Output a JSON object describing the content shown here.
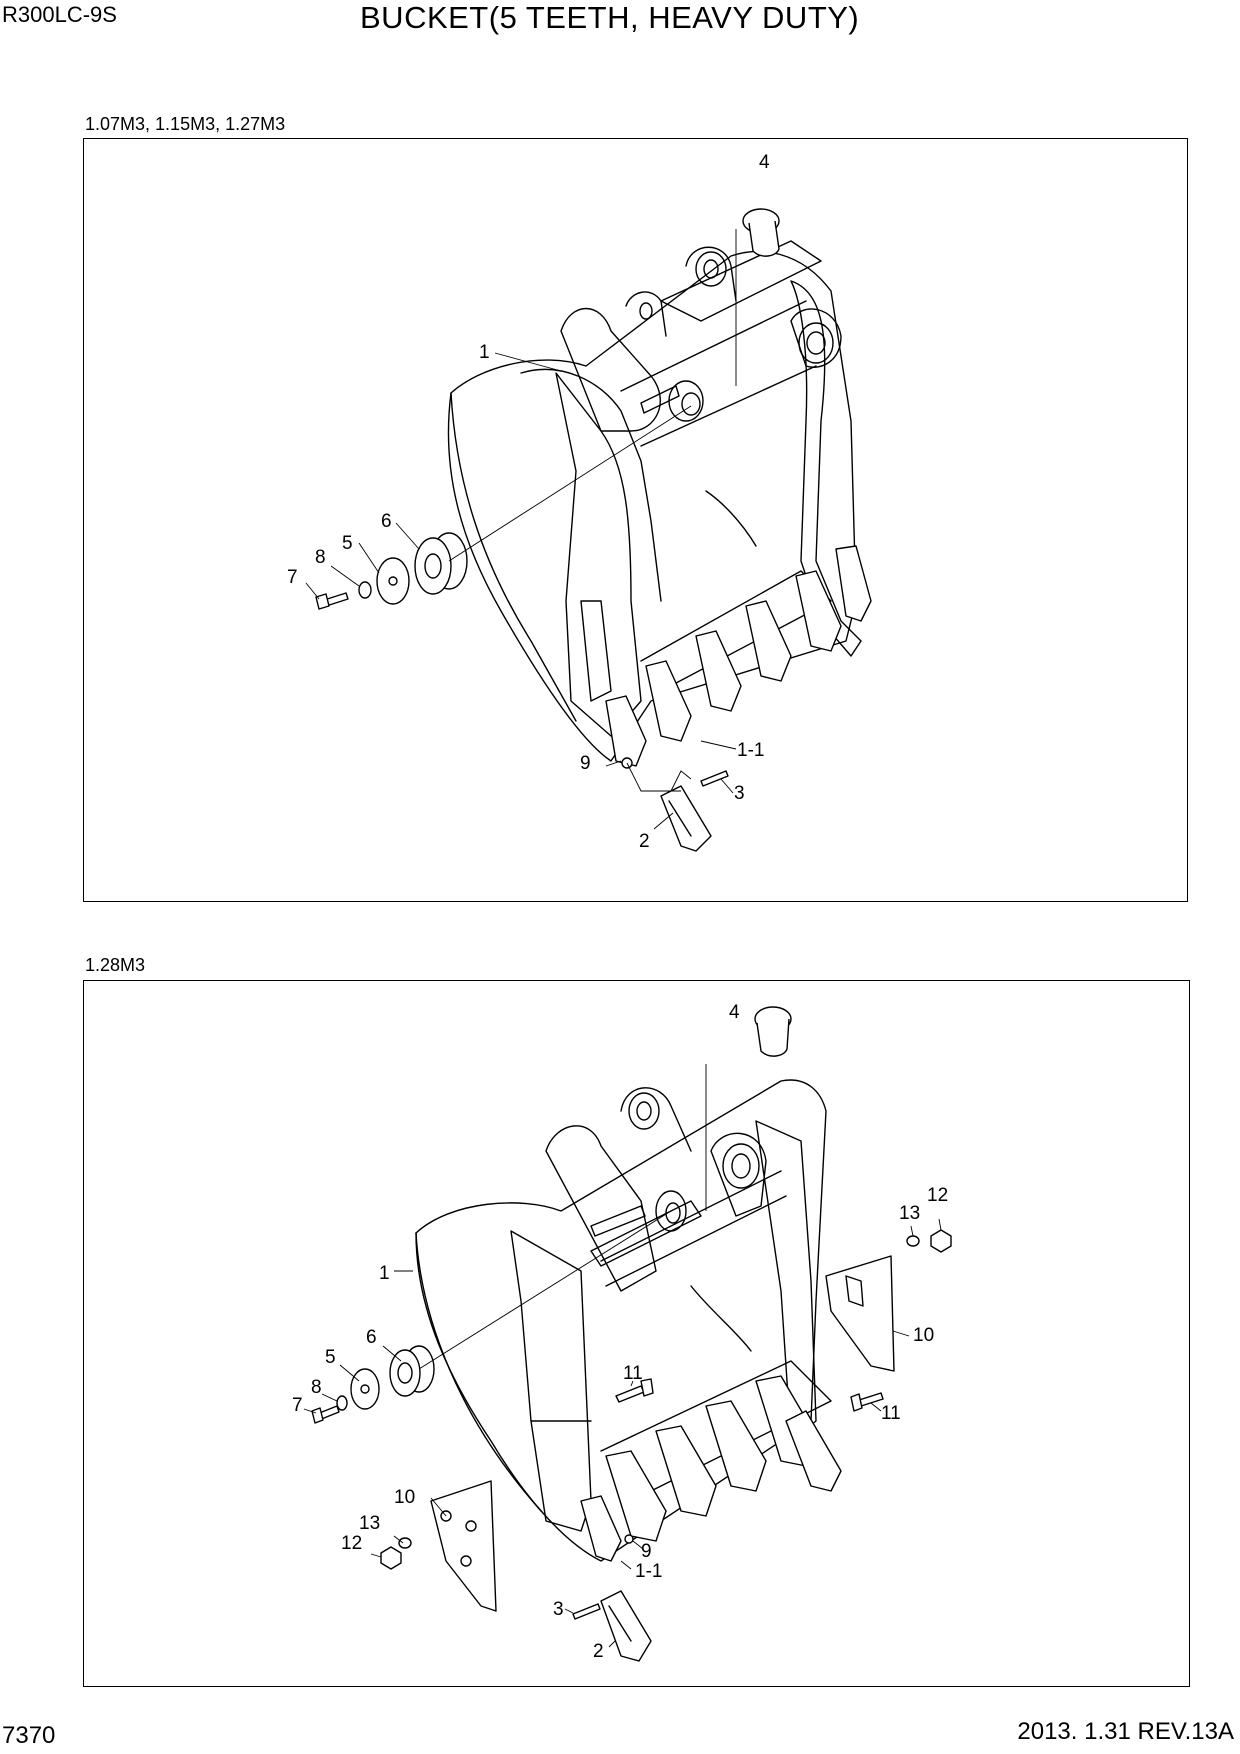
{
  "header": {
    "model": "R300LC-9S",
    "title": "BUCKET(5 TEETH, HEAVY DUTY)"
  },
  "diagrams": [
    {
      "caption": "1.07M3, 1.15M3, 1.27M3",
      "callouts": {
        "p1": "1",
        "p1_1": "1-1",
        "p2": "2",
        "p3": "3",
        "p4": "4",
        "p5": "5",
        "p6": "6",
        "p7": "7",
        "p8": "8",
        "p9": "9"
      }
    },
    {
      "caption": "1.28M3",
      "callouts": {
        "p1": "1",
        "p1_1": "1-1",
        "p2": "2",
        "p3": "3",
        "p4": "4",
        "p5": "5",
        "p6": "6",
        "p7": "7",
        "p8": "8",
        "p9": "9",
        "p10a": "10",
        "p10b": "10",
        "p11a": "11",
        "p11b": "11",
        "p12a": "12",
        "p12b": "12",
        "p13a": "13",
        "p13b": "13"
      }
    }
  ],
  "footer": {
    "page": "7370",
    "date_rev": "2013. 1.31  REV.13A"
  }
}
